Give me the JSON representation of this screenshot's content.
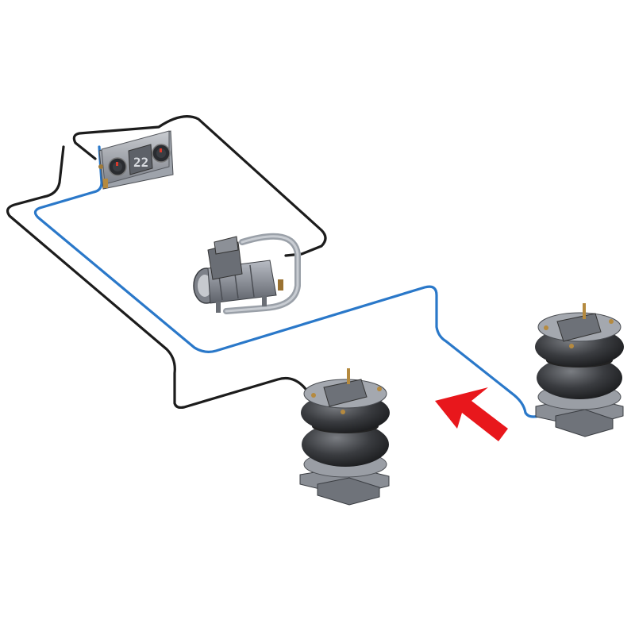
{
  "diagram": {
    "components": {
      "control_panel": {
        "name": "control-panel",
        "display": "22"
      },
      "compressor": {
        "name": "air-compressor"
      },
      "air_spring_left": {
        "name": "air-spring-left"
      },
      "air_spring_right": {
        "name": "air-spring-right"
      }
    },
    "lines": {
      "blue": {
        "name": "blue-air-line",
        "color": "#2a78c9"
      },
      "black": {
        "name": "black-air-line",
        "color": "#1c1c1c"
      }
    },
    "arrow": {
      "name": "direction-arrow",
      "color": "#e8171c"
    }
  }
}
